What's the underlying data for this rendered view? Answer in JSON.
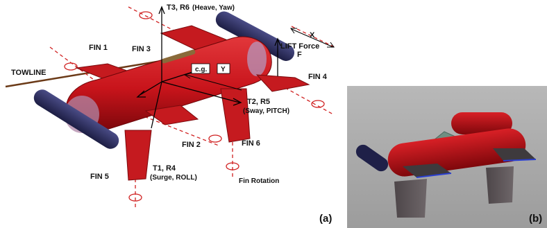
{
  "panel_a": {
    "panel_label": "(a)",
    "labels": {
      "towline": "TOWLINE",
      "fin1": "FIN 1",
      "fin2": "FIN 2",
      "fin3": "FIN 3",
      "fin4": "FIN 4",
      "fin5": "FIN 5",
      "fin6": "FIN 6",
      "t3_main": "T3, R6",
      "t3_sub": "(Heave, Yaw)",
      "t2_main": "T2, R5",
      "t2_sub": "(Sway, PITCH)",
      "t1_main": "T1, R4",
      "t1_sub": "(Surge, ROLL)",
      "cg": "c.g.",
      "y": "Y",
      "x": "X",
      "lift1": "LIFT Force",
      "lift2": "F",
      "fin_rotation": "Fin Rotation"
    }
  },
  "panel_b": {
    "panel_label": "(b)"
  },
  "colors": {
    "hull": "#c8141b",
    "hull_dark": "#8e0a0f",
    "bumper": "#2f3060",
    "axis_dashed": "#d02020",
    "render_bg": "#a9a9a9",
    "fin_grey": "#5d5658"
  }
}
